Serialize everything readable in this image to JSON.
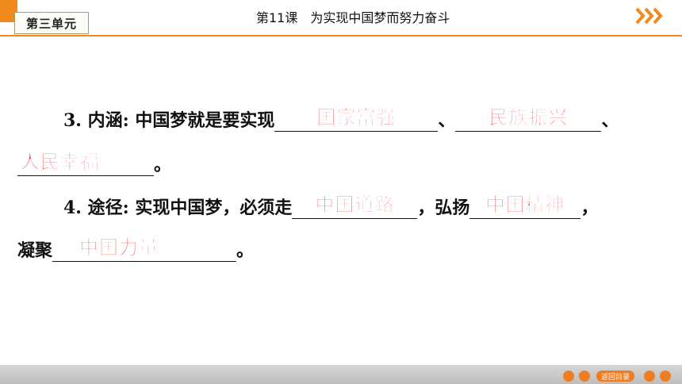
{
  "header": {
    "unit_label": "第三单元",
    "lesson_title": "第11课　为实现中国梦而努力奋斗"
  },
  "content": {
    "item3": {
      "prefix": "3. 内涵: 中国梦就是要实现",
      "sep1": "、",
      "sep2": "、",
      "end": "。",
      "answers": [
        "国家富强",
        "民族振兴",
        "人民幸福"
      ]
    },
    "item4": {
      "prefix": "4. 途径: 实现中国梦，必须走",
      "mid": "，弘扬",
      "line2_prefix": "凝聚",
      "end": "。",
      "answers": [
        "中国道路",
        "中国精神",
        "中国力量"
      ]
    }
  },
  "footer": {
    "back_label": "返回目录"
  },
  "colors": {
    "accent": "#f08a1e",
    "answer": "#ee1c1c"
  }
}
